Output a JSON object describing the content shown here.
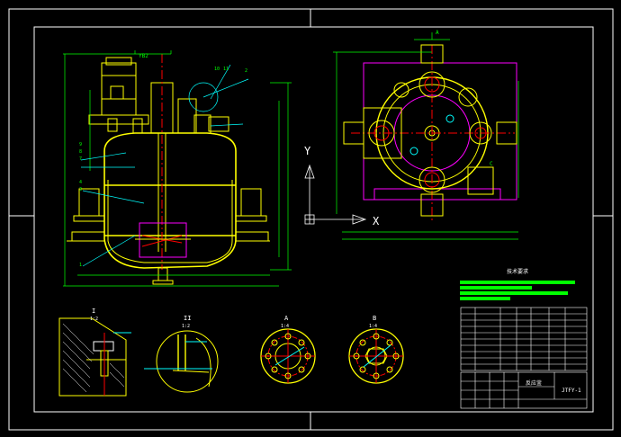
{
  "drawing": {
    "background": "#000000",
    "colors": {
      "frame": "#ffffff",
      "outline": "#ffff00",
      "dimension": "#00ff00",
      "center": "#ff0000",
      "leader": "#00ffff",
      "construction": "#ff00ff",
      "hatch": "#ffffff",
      "note_panel": "#00ff00",
      "table": "#ffffff"
    },
    "front_view": {
      "motor_label": "YB2",
      "part_numbers": [
        "1",
        "2",
        "3",
        "4",
        "5",
        "6",
        "7",
        "8",
        "9",
        "10",
        "11"
      ]
    },
    "plan_view": {
      "axis_y": "Y",
      "axis_x": "X",
      "top_dim": "A",
      "small_label": "C"
    },
    "details": [
      {
        "tag": "I",
        "scale": "1:2"
      },
      {
        "tag": "II",
        "scale": "1:2"
      },
      {
        "tag": "A",
        "scale": "1:4"
      },
      {
        "tag": "B",
        "scale": "1:4"
      }
    ],
    "notes": {
      "heading": "技术要求"
    },
    "title_block": {
      "drawing_name": "反应釜",
      "company": "",
      "code": "JTFY-1"
    },
    "nozzle_table_rows": 10,
    "axis_icon": "ucs-icon"
  }
}
